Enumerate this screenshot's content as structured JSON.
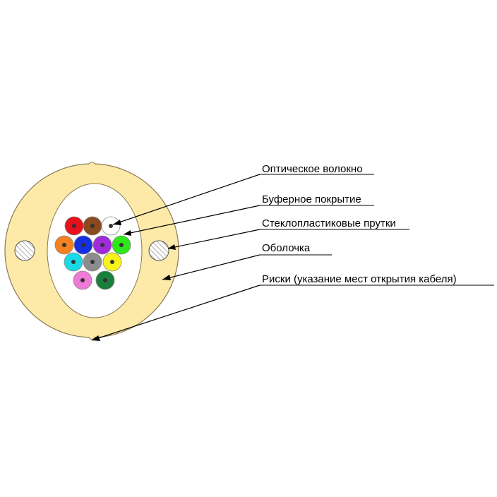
{
  "labels": {
    "optical_fiber": "Оптическое волокно",
    "buffer_coating": "Буферное покрытие",
    "fiberglass_rods": "Стеклопластиковые прутки",
    "sheath": "Оболочка",
    "rip_marks": "Риски (указание мест открытия кабеля)"
  },
  "colors": {
    "sheath": "#fde9a8",
    "outline": "#7a6a4a",
    "core_background": "#ffffff",
    "fibers": [
      "#e8101a",
      "#8b4a1e",
      "#ffffff",
      "#f58220",
      "#1430e0",
      "#a02bd8",
      "#2ee81a",
      "#19d9e8",
      "#8c8c8c",
      "#f8f21c",
      "#f07ad8",
      "#1a7f3a"
    ]
  }
}
